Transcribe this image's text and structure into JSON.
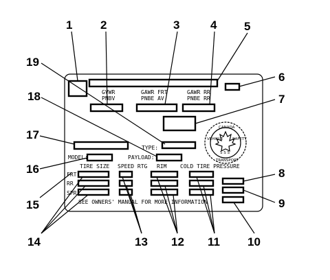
{
  "label": {
    "gvwr": "GVWR",
    "pnby": "PNBV",
    "gawr_frt": "GAWR FRT",
    "pnbe_av": "PNBE AV",
    "gawr_rr": "GAWR RR",
    "pnbe_rr": "PNBE RR",
    "type": "TYPE:",
    "model": "MODEL:",
    "payload": "PAYLOAD:",
    "tire_size": "TIRE SIZE",
    "speed_rtg": "SPEED RTG",
    "rim": "RIM",
    "cold_tire_pressure": "COLD TIRE PRESSURE",
    "frt": "FRT",
    "rr": "RR",
    "spr": "SPR",
    "footer": "SEE OWNERS' MANUAL FOR MORE INFORMATION"
  },
  "seal": {
    "top": "CANADA",
    "left": "VEHICLE",
    "right": "SAFETY",
    "bottom": "TRANSPORT",
    "center": "S S S"
  },
  "callouts": [
    "1",
    "2",
    "3",
    "4",
    "5",
    "6",
    "7",
    "8",
    "9",
    "10",
    "11",
    "12",
    "13",
    "14",
    "15",
    "16",
    "17",
    "18",
    "19"
  ]
}
